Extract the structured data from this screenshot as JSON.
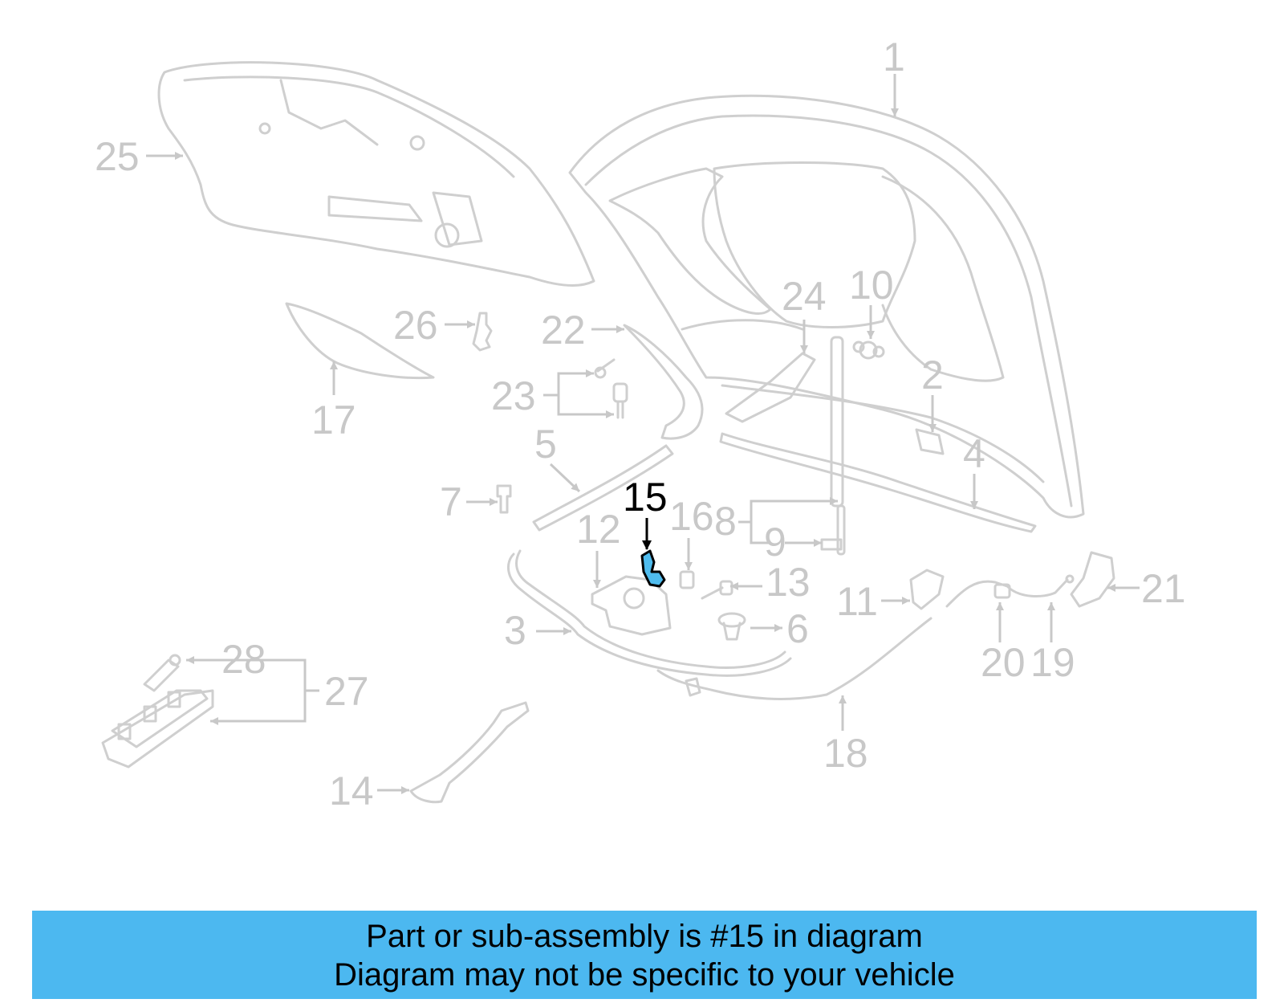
{
  "diagram": {
    "highlighted_part": "15",
    "colors": {
      "callout": "#c8c8c8",
      "highlight": "#4fbcee",
      "banner": "#4cb8f0"
    },
    "callouts": {
      "c1": "1",
      "c2": "2",
      "c3": "3",
      "c4": "4",
      "c5": "5",
      "c6": "6",
      "c7": "7",
      "c8": "8",
      "c9": "9",
      "c10": "10",
      "c11": "11",
      "c12": "12",
      "c13": "13",
      "c14": "14",
      "c15": "15",
      "c16": "16",
      "c17": "17",
      "c18": "18",
      "c19": "19",
      "c20": "20",
      "c21": "21",
      "c22": "22",
      "c23": "23",
      "c24": "24",
      "c25": "25",
      "c26": "26",
      "c27": "27",
      "c28": "28"
    }
  },
  "banner": {
    "line1": "Part or sub-assembly is #15 in diagram",
    "line2": "Diagram may not be specific to your vehicle"
  }
}
